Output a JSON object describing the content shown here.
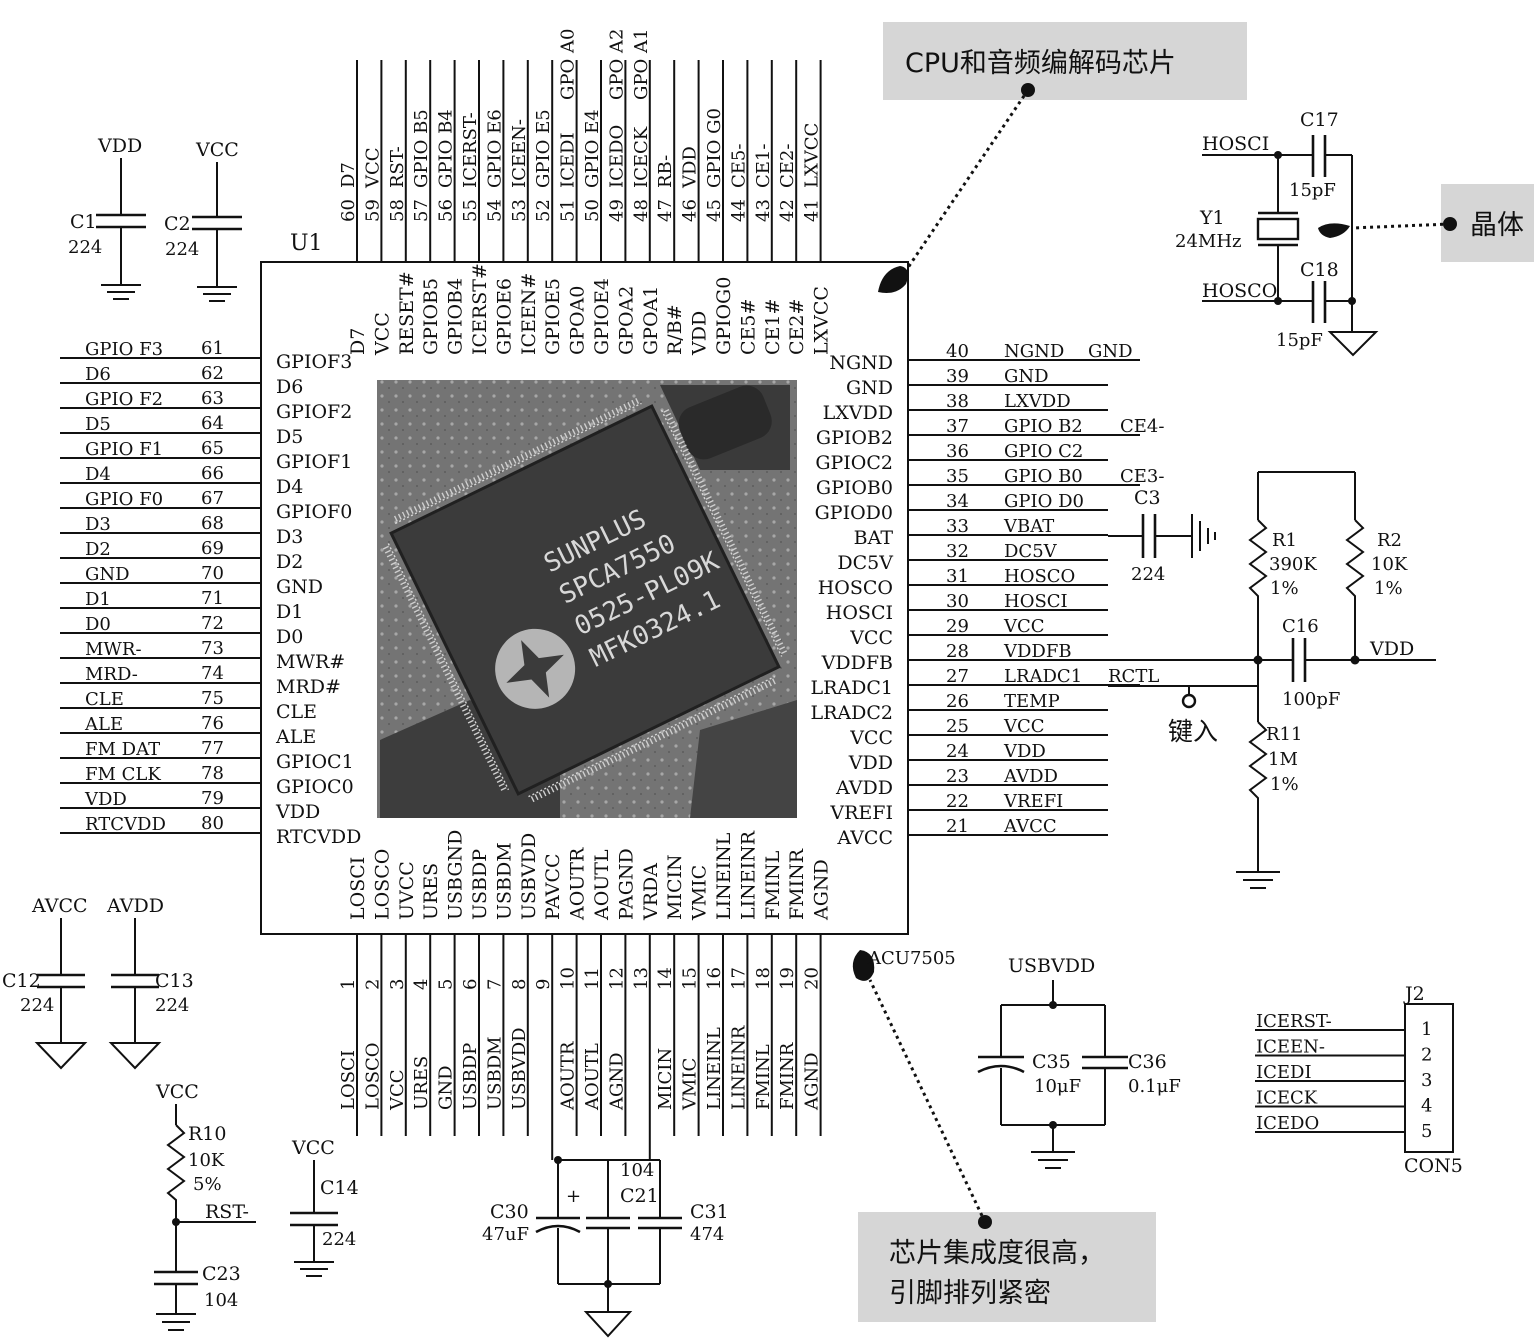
{
  "chip": {
    "designator": "U1",
    "part_label": "ACU7505",
    "photo_marking": [
      "SUNPLUS",
      "SPCA7550",
      "0525-PL09K",
      "MFK0324.1"
    ]
  },
  "pins_left": [
    {
      "num": "61",
      "net": "GPIO F3",
      "pin": "GPIOF3"
    },
    {
      "num": "62",
      "net": "D6",
      "pin": "D6"
    },
    {
      "num": "63",
      "net": "GPIO F2",
      "pin": "GPIOF2"
    },
    {
      "num": "64",
      "net": "D5",
      "pin": "D5"
    },
    {
      "num": "65",
      "net": "GPIO F1",
      "pin": "GPIOF1"
    },
    {
      "num": "66",
      "net": "D4",
      "pin": "D4"
    },
    {
      "num": "67",
      "net": "GPIO F0",
      "pin": "GPIOF0"
    },
    {
      "num": "68",
      "net": "D3",
      "pin": "D3"
    },
    {
      "num": "69",
      "net": "D2",
      "pin": "D2"
    },
    {
      "num": "70",
      "net": "GND",
      "pin": "GND"
    },
    {
      "num": "71",
      "net": "D1",
      "pin": "D1"
    },
    {
      "num": "72",
      "net": "D0",
      "pin": "D0"
    },
    {
      "num": "73",
      "net": "MWR-",
      "pin": "MWR#"
    },
    {
      "num": "74",
      "net": "MRD-",
      "pin": "MRD#"
    },
    {
      "num": "75",
      "net": "CLE",
      "pin": "CLE"
    },
    {
      "num": "76",
      "net": "ALE",
      "pin": "ALE"
    },
    {
      "num": "77",
      "net": "FM DAT",
      "pin": "GPIOC1"
    },
    {
      "num": "78",
      "net": "FM CLK",
      "pin": "GPIOC0"
    },
    {
      "num": "79",
      "net": "VDD",
      "pin": "VDD"
    },
    {
      "num": "80",
      "net": "RTCVDD",
      "pin": "RTCVDD"
    }
  ],
  "pins_right": [
    {
      "num": "40",
      "net": "NGND",
      "pin": "NGND",
      "extra": "GND"
    },
    {
      "num": "39",
      "net": "GND",
      "pin": "GND",
      "extra": ""
    },
    {
      "num": "38",
      "net": "LXVDD",
      "pin": "LXVDD",
      "extra": ""
    },
    {
      "num": "37",
      "net": "GPIO B2",
      "pin": "GPIOB2",
      "extra": "CE4-"
    },
    {
      "num": "36",
      "net": "GPIO C2",
      "pin": "GPIOC2",
      "extra": ""
    },
    {
      "num": "35",
      "net": "GPIO B0",
      "pin": "GPIOB0",
      "extra": "CE3-"
    },
    {
      "num": "34",
      "net": "GPIO D0",
      "pin": "GPIOD0",
      "extra": ""
    },
    {
      "num": "33",
      "net": "VBAT",
      "pin": "BAT",
      "extra": ""
    },
    {
      "num": "32",
      "net": "DC5V",
      "pin": "DC5V",
      "extra": ""
    },
    {
      "num": "31",
      "net": "HOSCO",
      "pin": "HOSCO",
      "extra": ""
    },
    {
      "num": "30",
      "net": "HOSCI",
      "pin": "HOSCI",
      "extra": ""
    },
    {
      "num": "29",
      "net": "VCC",
      "pin": "VCC",
      "extra": ""
    },
    {
      "num": "28",
      "net": "VDDFB",
      "pin": "VDDFB",
      "extra": ""
    },
    {
      "num": "27",
      "net": "LRADC1",
      "pin": "LRADC1",
      "extra": "RCTL"
    },
    {
      "num": "26",
      "net": "TEMP",
      "pin": "LRADC2",
      "extra": ""
    },
    {
      "num": "25",
      "net": "VCC",
      "pin": "VCC",
      "extra": ""
    },
    {
      "num": "24",
      "net": "VDD",
      "pin": "VDD",
      "extra": ""
    },
    {
      "num": "23",
      "net": "AVDD",
      "pin": "AVDD",
      "extra": ""
    },
    {
      "num": "22",
      "net": "VREFI",
      "pin": "VREFI",
      "extra": ""
    },
    {
      "num": "21",
      "net": "AVCC",
      "pin": "AVCC",
      "extra": ""
    }
  ],
  "pins_top": [
    {
      "num": "60",
      "net": "D7",
      "pin": "D7"
    },
    {
      "num": "59",
      "net": "VCC",
      "pin": "VCC"
    },
    {
      "num": "58",
      "net": "RST-",
      "pin": "RESET#"
    },
    {
      "num": "57",
      "net": "GPIO B5",
      "pin": "GPIOB5"
    },
    {
      "num": "56",
      "net": "GPIO B4",
      "pin": "GPIOB4"
    },
    {
      "num": "55",
      "net": "ICERST-",
      "pin": "ICERST#"
    },
    {
      "num": "54",
      "net": "GPIO E6",
      "pin": "GPIOE6"
    },
    {
      "num": "53",
      "net": "ICEEN-",
      "pin": "ICEEN#"
    },
    {
      "num": "52",
      "net": "GPIO E5",
      "pin": "GPIOE5"
    },
    {
      "num": "51",
      "net": "ICEDI",
      "pin": "GPOA0",
      "extra": "GPO A0"
    },
    {
      "num": "50",
      "net": "GPIO E4",
      "pin": "GPIOE4"
    },
    {
      "num": "49",
      "net": "ICEDO",
      "pin": "GPOA2",
      "extra": "GPO A2"
    },
    {
      "num": "48",
      "net": "ICECK",
      "pin": "GPOA1",
      "extra": "GPO A1"
    },
    {
      "num": "47",
      "net": "RB-",
      "pin": "R/B#"
    },
    {
      "num": "46",
      "net": "VDD",
      "pin": "VDD"
    },
    {
      "num": "45",
      "net": "GPIO G0",
      "pin": "GPIOG0"
    },
    {
      "num": "44",
      "net": "CE5-",
      "pin": "CE5#"
    },
    {
      "num": "43",
      "net": "CE1-",
      "pin": "CE1#"
    },
    {
      "num": "42",
      "net": "CE2-",
      "pin": "CE2#"
    },
    {
      "num": "41",
      "net": "LXVCC",
      "pin": "LXVCC"
    }
  ],
  "pins_bottom": [
    {
      "num": "1",
      "net": "LOSCI",
      "pin": "LOSCI"
    },
    {
      "num": "2",
      "net": "LOSCO",
      "pin": "LOSCO"
    },
    {
      "num": "3",
      "net": "VCC",
      "pin": "UVCC"
    },
    {
      "num": "4",
      "net": "URES",
      "pin": "URES"
    },
    {
      "num": "5",
      "net": "GND",
      "pin": "USBGND"
    },
    {
      "num": "6",
      "net": "USBDP",
      "pin": "USBDP"
    },
    {
      "num": "7",
      "net": "USBDM",
      "pin": "USBDM"
    },
    {
      "num": "8",
      "net": "USBVDD",
      "pin": "USBVDD"
    },
    {
      "num": "9",
      "net": "",
      "pin": "PAVCC"
    },
    {
      "num": "10",
      "net": "AOUTR",
      "pin": "AOUTR"
    },
    {
      "num": "11",
      "net": "AOUTL",
      "pin": "AOUTL"
    },
    {
      "num": "12",
      "net": "AGND",
      "pin": "PAGND"
    },
    {
      "num": "13",
      "net": "",
      "pin": "VRDA"
    },
    {
      "num": "14",
      "net": "MICIN",
      "pin": "MICIN"
    },
    {
      "num": "15",
      "net": "VMIC",
      "pin": "VMIC"
    },
    {
      "num": "16",
      "net": "LINEINL",
      "pin": "LINEINL"
    },
    {
      "num": "17",
      "net": "LINEINR",
      "pin": "LINEINR"
    },
    {
      "num": "18",
      "net": "FMINL",
      "pin": "FMINL"
    },
    {
      "num": "19",
      "net": "FMINR",
      "pin": "FMINR"
    },
    {
      "num": "20",
      "net": "AGND",
      "pin": "AGND"
    }
  ],
  "components": {
    "vdd": "VDD",
    "vcc": "VCC",
    "avcc": "AVCC",
    "avdd": "AVDD",
    "usbvdd": "USBVDD",
    "c1": "C1",
    "c1v": "224",
    "c2": "C2",
    "c2v": "224",
    "c12": "C12",
    "c12v": "224",
    "c13": "C13",
    "c13v": "224",
    "r10": "R10",
    "r10v": "10K",
    "r10t": "5%",
    "rst": "RST-",
    "c23": "C23",
    "c23v": "104",
    "c14": "C14",
    "c14v": "224",
    "c30": "C30",
    "c30v": "47uF",
    "c21": "C21",
    "c21v": "104",
    "c31": "C31",
    "c31v": "474",
    "c35": "C35",
    "c35v": "10μF",
    "c36": "C36",
    "c36v": "0.1μF",
    "hosci": "HOSCI",
    "hosco": "HOSCO",
    "c17": "C17",
    "c17v": "15pF",
    "c18": "C18",
    "c18v": "15pF",
    "y1": "Y1",
    "y1v": "24MHz",
    "c3": "C3",
    "c3v": "224",
    "r1": "R1",
    "r1v": "390K",
    "r1t": "1%",
    "r2": "R2",
    "r2v": "10K",
    "r2t": "1%",
    "c16": "C16",
    "c16v": "100pF",
    "r11": "R11",
    "r11v": "1M",
    "r11t": "1%",
    "j2": "J2",
    "con5": "CON5",
    "j2_nets": [
      "ICERST-",
      "ICEEN-",
      "ICEDI",
      "ICECK",
      "ICEDO"
    ],
    "j2_pins": [
      "1",
      "2",
      "3",
      "4",
      "5"
    ],
    "key_in": "键入"
  },
  "callouts": {
    "cpu": "CPU和音频编解码芯片",
    "crystal": "晶体",
    "dense_line1": "芯片集成度很高，",
    "dense_line2": "引脚排列紧密"
  }
}
